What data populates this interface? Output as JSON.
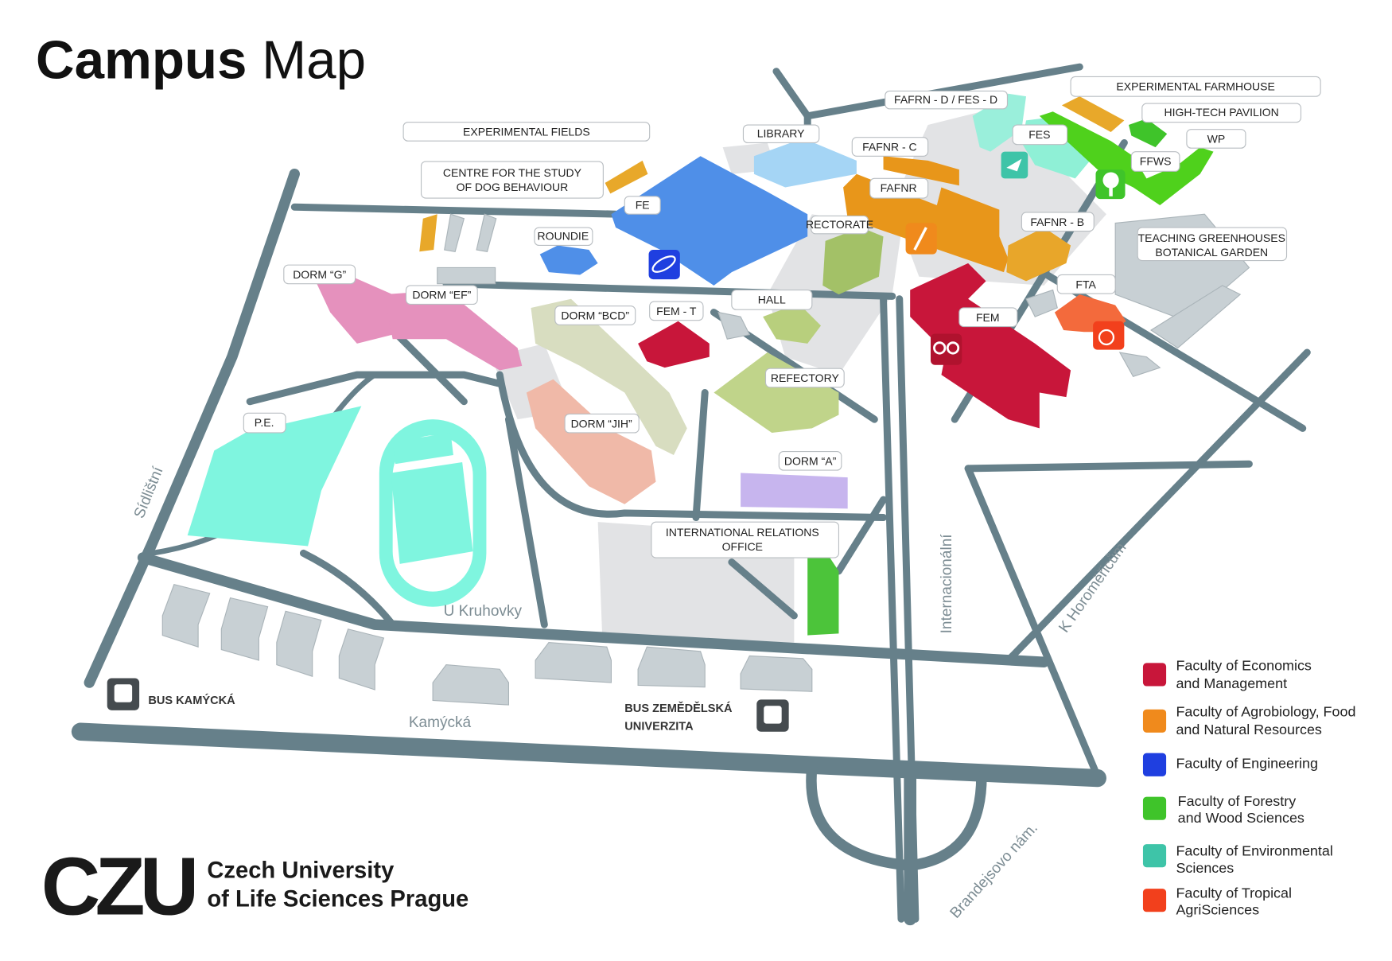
{
  "title": {
    "bold": "Campus",
    "regular": "Map"
  },
  "colors": {
    "road": "#66808a",
    "plaza": "#e2e3e5",
    "fem": "#c8163a",
    "fafnr": "#e8961a",
    "fe": "#4f8fe8",
    "ffws": "#4fd11c",
    "fes": "#8ff0d6",
    "fta": "#f36a3c",
    "gray_building": "#c8d0d4"
  },
  "labels": {
    "experimental_fields": "EXPERIMENTAL FIELDS",
    "dog_centre": [
      "CENTRE FOR THE STUDY",
      "OF DOG BEHAVIOUR"
    ],
    "fe": "FE",
    "roundie": "ROUNDIE",
    "library": "LIBRARY",
    "fafrn_d_fes_d": "FAFRN - D / FES - D",
    "experimental_farmhouse": "EXPERIMENTAL FARMHOUSE",
    "high_tech_pavilion": "HIGH-TECH PAVILION",
    "wp": "WP",
    "fes": "FES",
    "ffws": "FFWS",
    "fafnr_c": "FAFNR - C",
    "fafnr": "FAFNR",
    "rectorate": "RECTORATE",
    "fafnr_b": "FAFNR - B",
    "greenhouses": [
      "TEACHING GREENHOUSES",
      "BOTANICAL GARDEN"
    ],
    "fta": "FTA",
    "fem": "FEM",
    "hall": "HALL",
    "dorm_g": "DORM “G”",
    "dorm_ef": "DORM “EF”",
    "dorm_bcd": "DORM “BCD”",
    "fem_t": "FEM - T",
    "refectory": "REFECTORY",
    "dorm_jih": "DORM “JIH”",
    "pe": "P.E.",
    "dorm_a": "DORM “A”",
    "iro": [
      "INTERNATIONAL RELATIONS",
      "OFFICE"
    ]
  },
  "streets": {
    "sidlistni": "Sídlištní",
    "u_kruhovky": "U Kruhovky",
    "kamycka": "Kamýcká",
    "internacionalni": "Internacionální",
    "k_horomericum": "K Horoměřicům",
    "brandejsovo": "Brandejsovo nám."
  },
  "bus_stops": {
    "kamycka": "BUS KAMÝCKÁ",
    "zemedelska": [
      "BUS ZEMĚDĚLSKÁ",
      "UNIVERZITA"
    ]
  },
  "legend": [
    {
      "icon": "owl-icon",
      "color": "#c8163a",
      "lines": [
        "Faculty of Economics",
        "and Management"
      ]
    },
    {
      "icon": "wheat-book-icon",
      "color": "#f08a1c",
      "lines": [
        "Faculty of Agrobiology, Food",
        "and Natural Resources"
      ]
    },
    {
      "icon": "atom-icon",
      "color": "#1f3fe0",
      "lines": [
        "Faculty of Engineering"
      ]
    },
    {
      "icon": "tree-icon",
      "color": "#3fc42a",
      "lines": [
        "Faculty of Forestry",
        "and Wood Sciences"
      ]
    },
    {
      "icon": "bird-icon",
      "color": "#3ec4a8",
      "lines": [
        "Faculty of Environmental",
        "Sciences"
      ]
    },
    {
      "icon": "globe-palm-icon",
      "color": "#f2401c",
      "lines": [
        "Faculty of Tropical",
        "AgriSciences"
      ]
    }
  ],
  "logo": {
    "mark": "CZU",
    "lines": [
      "Czech University",
      "of Life Sciences Prague"
    ]
  }
}
